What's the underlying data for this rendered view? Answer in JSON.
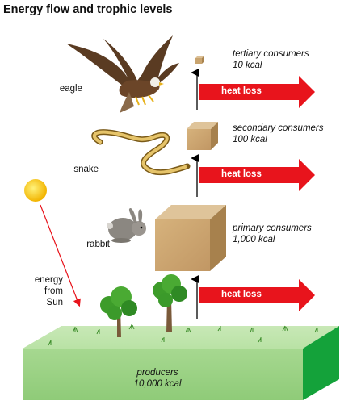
{
  "title": "Energy flow and trophic levels",
  "animals": {
    "eagle": "eagle",
    "snake": "snake",
    "rabbit": "rabbit"
  },
  "levels": {
    "tertiary": {
      "name": "tertiary consumers",
      "energy": "10 kcal"
    },
    "secondary": {
      "name": "secondary consumers",
      "energy": "100 kcal"
    },
    "primary": {
      "name": "primary consumers",
      "energy": "1,000 kcal"
    },
    "producers": {
      "name": "producers",
      "energy": "10,000 kcal"
    }
  },
  "heat_loss_label": "heat loss",
  "sun_label": {
    "line1": "energy",
    "line2": "from",
    "line3": "Sun"
  },
  "colors": {
    "heat_arrow": "#e8141c",
    "box_brown": "#c9a46f",
    "ground_green": "#9fd38a",
    "ground_dark": "#1aa63a",
    "sun": "#f6c300"
  }
}
